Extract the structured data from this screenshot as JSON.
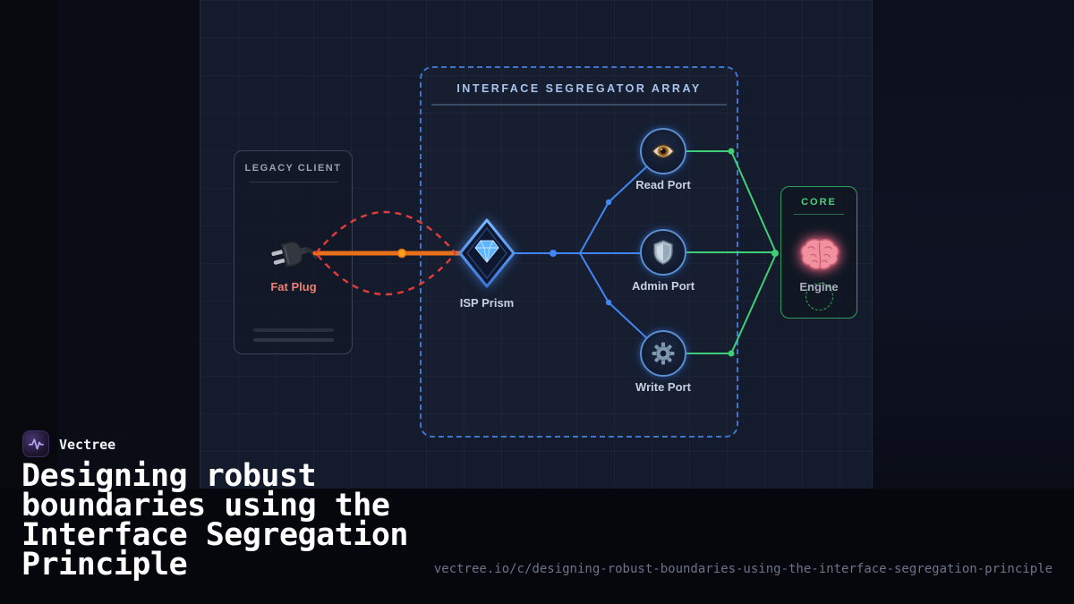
{
  "brand": {
    "name": "Vectree",
    "logo_icon": "vectree-waveform-icon"
  },
  "headline": {
    "lines": [
      "Designing robust",
      "boundaries using the",
      "Interface Segregation",
      "Principle"
    ]
  },
  "footer": {
    "url": "vectree.io/c/designing-robust-boundaries-using-the-interface-segregation-principle"
  },
  "diagram": {
    "legacy_client": {
      "title": "LEGACY CLIENT",
      "node": {
        "label": "Fat Plug",
        "icon": "plug-icon"
      }
    },
    "segregator": {
      "title": "INTERFACE SEGREGATOR ARRAY"
    },
    "prism": {
      "label": "ISP Prism",
      "icon": "gem-icon"
    },
    "ports": [
      {
        "label": "Read Port",
        "icon": "eye-icon"
      },
      {
        "label": "Admin Port",
        "icon": "shield-icon"
      },
      {
        "label": "Write Port",
        "icon": "gear-icon"
      }
    ],
    "core": {
      "title": "CORE",
      "node": {
        "label": "Engine",
        "icon": "brain-icon"
      }
    },
    "colors": {
      "fat_connector": "#e8701a",
      "violation_outline": "#e23c3c",
      "segregated_lines": "#4285f4",
      "core_lines": "#3fcf77",
      "segregator_border": "#3b82f6",
      "core_border": "#2f9e5c",
      "fat_plug_label": "#ef7f70",
      "brand_purple": "#45346e"
    }
  }
}
